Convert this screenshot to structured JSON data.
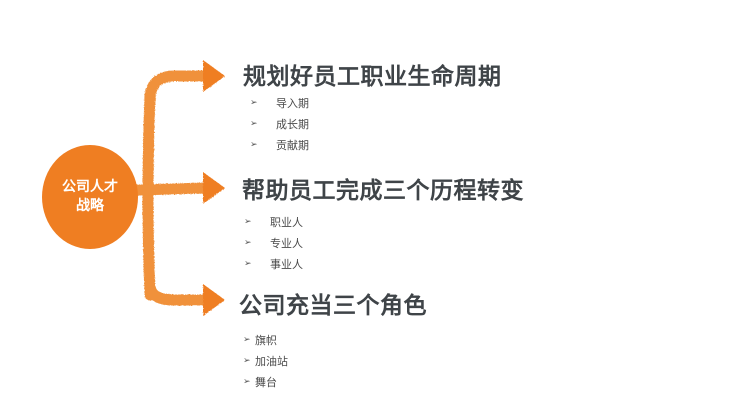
{
  "hub": {
    "line1": "公司人才",
    "line2": "战略"
  },
  "branches": [
    {
      "heading": "规划好员工职业生命周期",
      "items": [
        "导入期",
        "成长期",
        "贡献期"
      ]
    },
    {
      "heading": "帮助员工完成三个历程转变",
      "items": [
        "职业人",
        "专业人",
        "事业人"
      ]
    },
    {
      "heading": "公司充当三个角色",
      "items": [
        "旗帜",
        "加油站",
        "舞台"
      ]
    }
  ],
  "bullet_glyph": "➢",
  "colors": {
    "accent": "#ef7e22",
    "heading": "#3f4448",
    "text": "#4a4a4a"
  }
}
